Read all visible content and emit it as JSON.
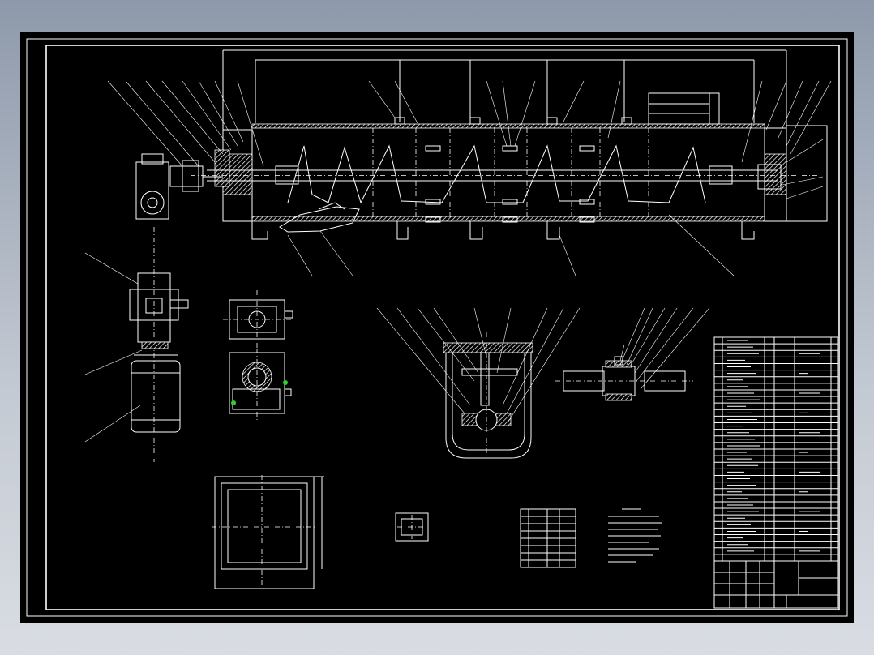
{
  "drawing": {
    "background_color": "#000000",
    "line_color": "#ffffff",
    "accent_color": "#33cc33",
    "views": [
      "main-assembly-section",
      "drive-unit-elevation",
      "gearbox-top-view",
      "gearbox-side-section",
      "hanger-bearing-section",
      "shaft-coupling-detail",
      "inlet-flange-view",
      "small-detail-view",
      "parts-list",
      "title-block"
    ],
    "parts_list_rows": 34
  }
}
